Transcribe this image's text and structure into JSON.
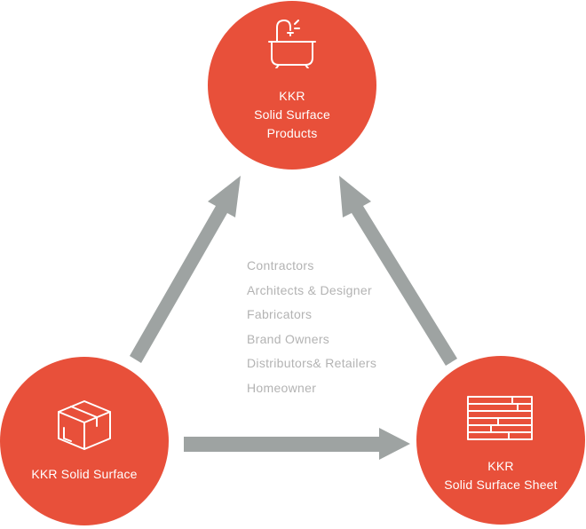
{
  "nodes": {
    "top": {
      "lines": [
        "KKR",
        "Solid Surface",
        "Products"
      ],
      "icon": "bathtub-icon"
    },
    "left": {
      "lines": [
        "KKR Solid Surface"
      ],
      "icon": "box-icon"
    },
    "right": {
      "lines": [
        "KKR",
        "Solid Surface Sheet"
      ],
      "icon": "panel-sheet-icon"
    }
  },
  "audience": [
    "Contractors",
    "Architects & Designer",
    "Fabricators",
    "Brand Owners",
    "Distributors& Retailers",
    "Homeowner"
  ],
  "colors": {
    "node_fill": "#e8503a",
    "arrow_fill": "#9ea3a2",
    "audience_text": "#b3b3b3",
    "node_text": "#ffffff"
  }
}
